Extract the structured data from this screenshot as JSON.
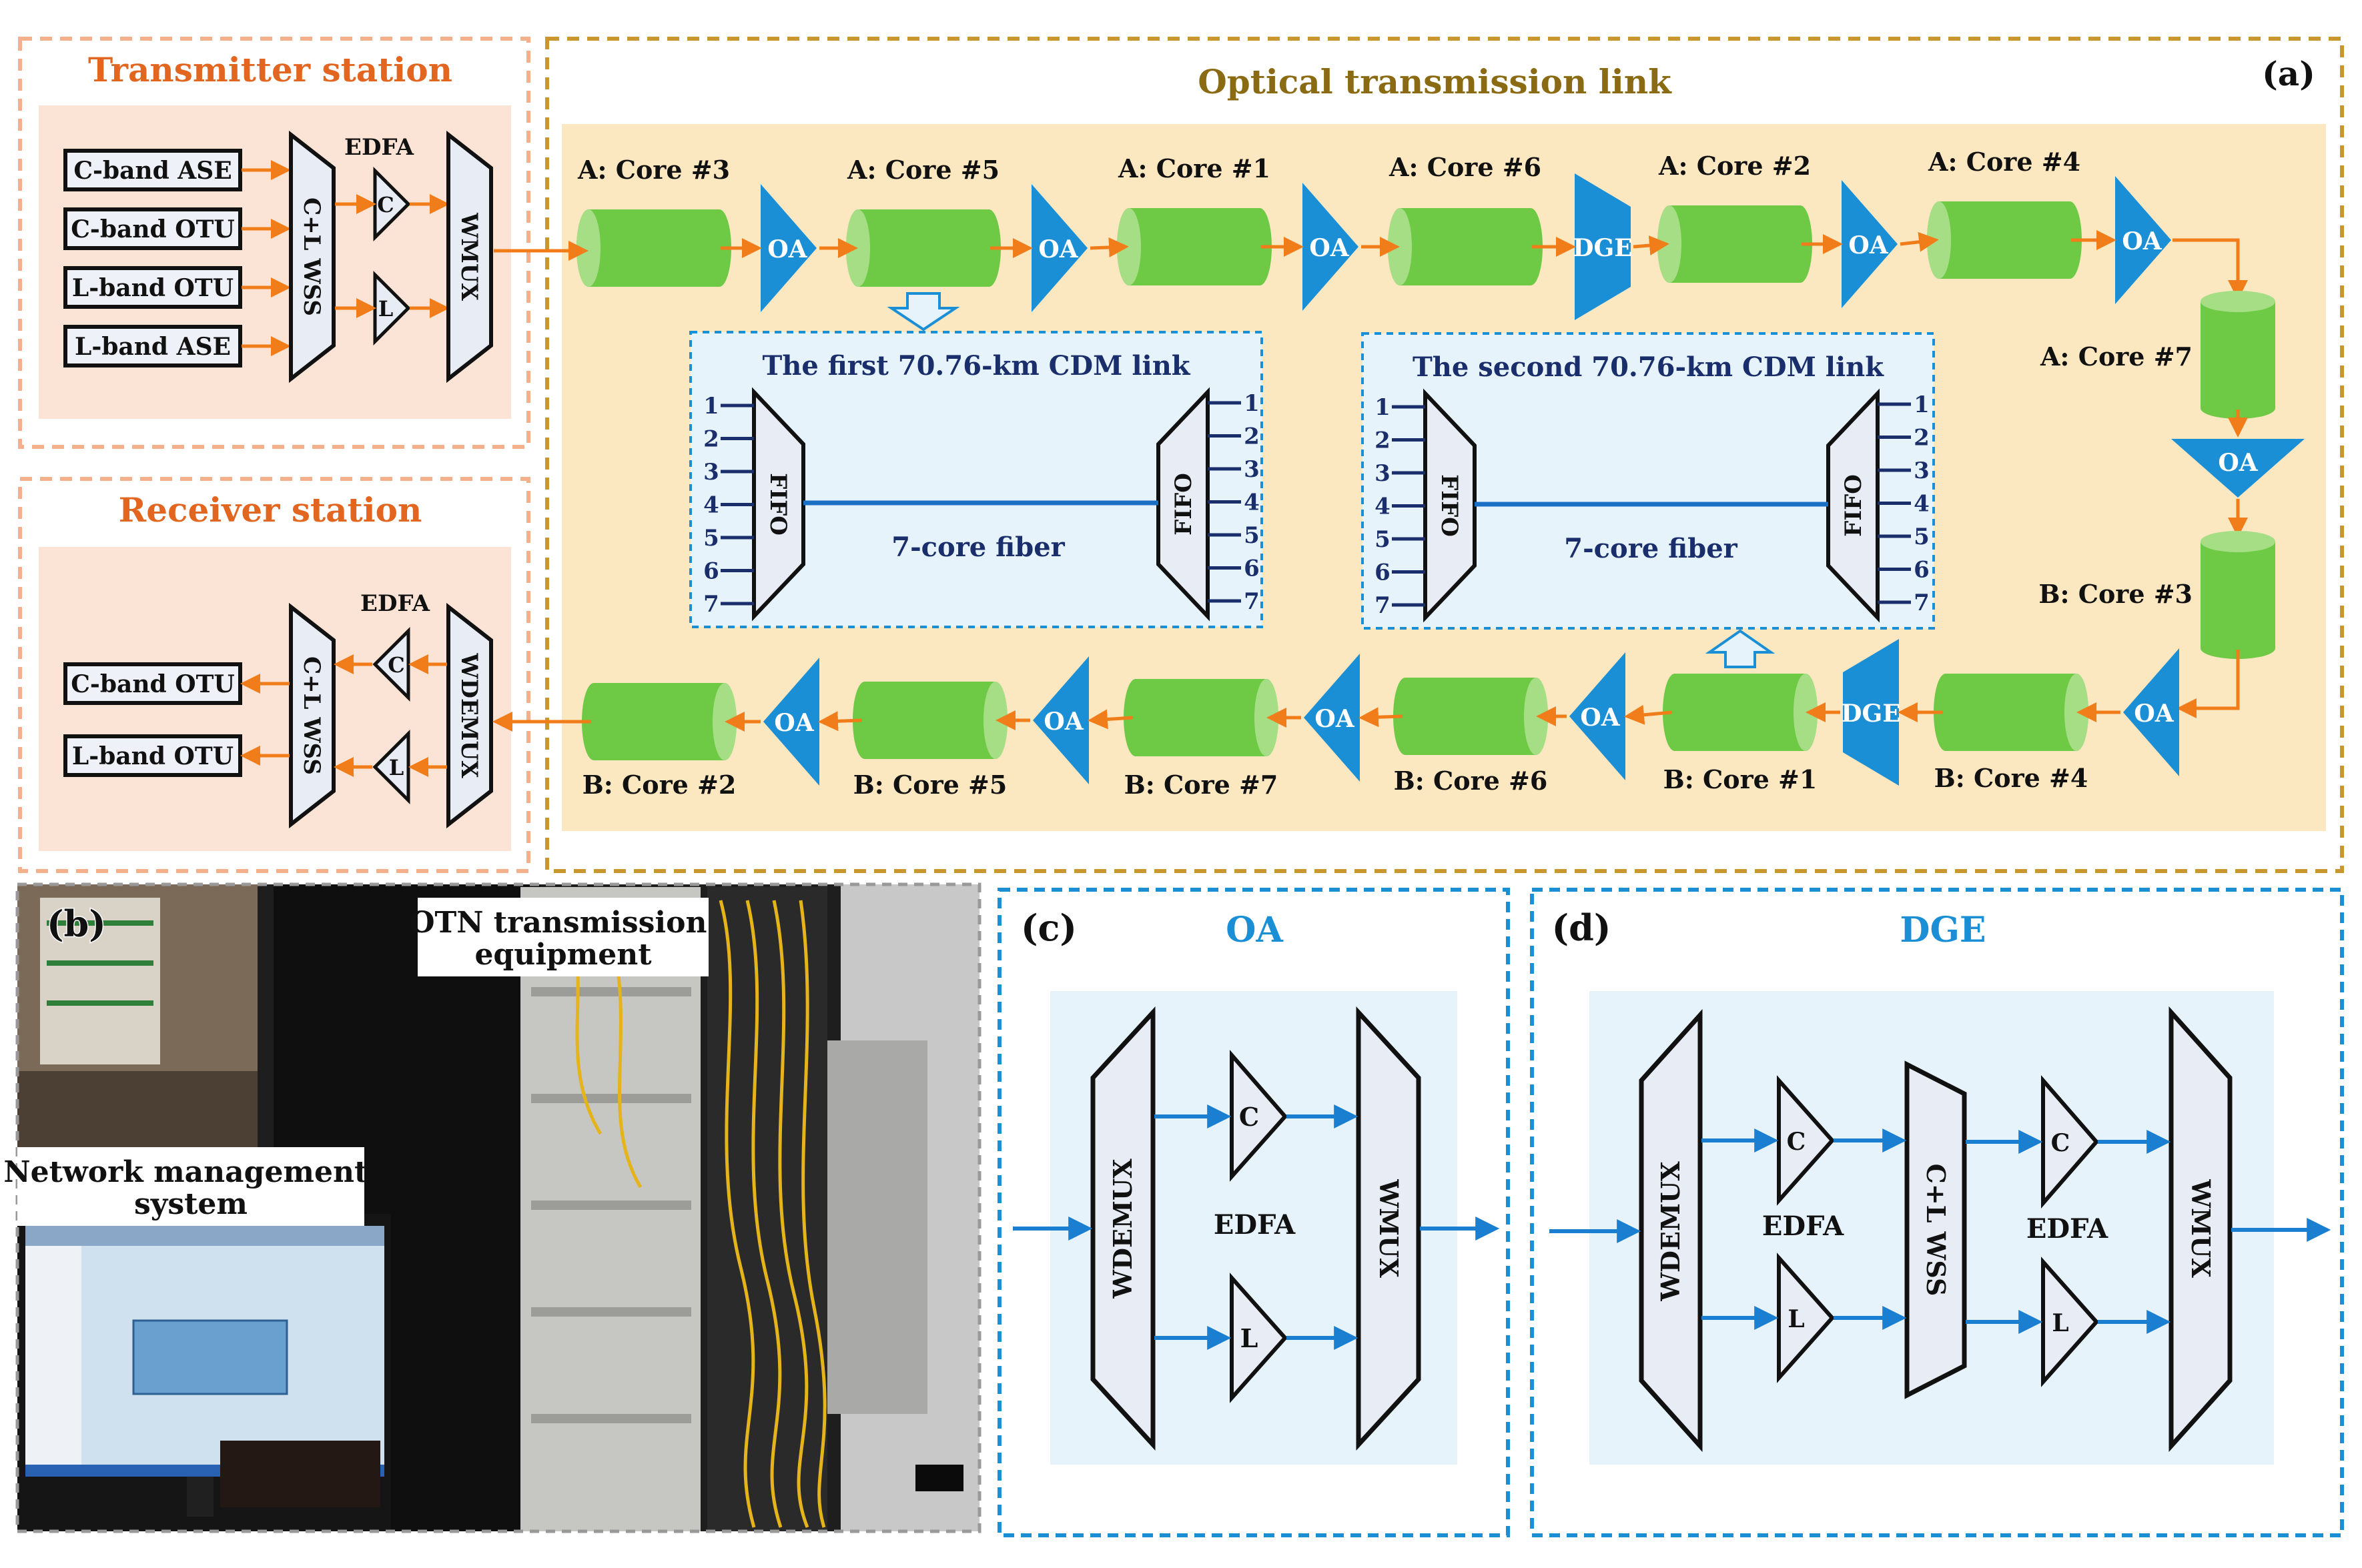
{
  "colors": {
    "orange_title": "#e2661f",
    "gold_title": "#8a6a12",
    "blue_title": "#1b8fd6",
    "navy": "#1a2e6b",
    "station_bg": "#fbe3d5",
    "link_bg": "#fbe7c0",
    "cdm_bg": "#e6f3fb",
    "panel_bg": "#e6f3fb",
    "core_green": "#6ec945",
    "core_green_light": "#a6de86",
    "amp_blue": "#1b8fd6",
    "arrow_orange": "#f07d1a",
    "arrow_blue": "#1b7fd1",
    "device_fill": "#e8ecf4"
  },
  "panel_a": {
    "label": "(a)",
    "transmitter": {
      "title": "Transmitter station",
      "sources": [
        "C-band ASE",
        "C-band OTU",
        "L-band OTU",
        "L-band ASE"
      ],
      "wss": "C+L WSS",
      "edfa": "EDFA",
      "amp_c": "C",
      "amp_l": "L",
      "wmux": "WMUX"
    },
    "receiver": {
      "title": "Receiver station",
      "sinks": [
        "C-band OTU",
        "L-band OTU"
      ],
      "wss": "C+L WSS",
      "edfa": "EDFA",
      "amp_c": "C",
      "amp_l": "L",
      "wdemux": "WDEMUX"
    },
    "link": {
      "title": "Optical transmission link",
      "top_cores": [
        "A: Core #3",
        "A: Core #5",
        "A: Core #1",
        "A: Core #6",
        "A: Core #2",
        "A: Core #4"
      ],
      "top_devices": [
        "OA",
        "OA",
        "OA",
        "DGE",
        "OA",
        "OA"
      ],
      "right_cores": [
        "A: Core #7",
        "B: Core #3"
      ],
      "right_amp": "OA",
      "bottom_cores": [
        "B: Core #4",
        "B: Core #1",
        "B: Core #6",
        "B: Core #7",
        "B: Core #5",
        "B: Core #2"
      ],
      "bottom_devices": [
        "OA",
        "DGE",
        "OA",
        "OA",
        "OA",
        "OA"
      ]
    },
    "cdm_links": [
      {
        "title": "The first 70.76-km CDM link",
        "fiber": "7-core fiber",
        "fifo_left": "FIFO",
        "fifo_right": "FIFO",
        "ports": [
          "1",
          "2",
          "3",
          "4",
          "5",
          "6",
          "7"
        ]
      },
      {
        "title": "The second 70.76-km CDM link",
        "fiber": "7-core fiber",
        "fifo_left": "FIFO",
        "fifo_right": "FIFO",
        "ports": [
          "1",
          "2",
          "3",
          "4",
          "5",
          "6",
          "7"
        ]
      }
    ]
  },
  "panel_b": {
    "label": "(b)",
    "caption_otn": "OTN transmission equipment",
    "caption_nms": "Network management system"
  },
  "panel_c": {
    "label": "(c)",
    "title": "OA",
    "wdemux": "WDEMUX",
    "edfa": "EDFA",
    "amp_c": "C",
    "amp_l": "L",
    "wmux": "WMUX"
  },
  "panel_d": {
    "label": "(d)",
    "title": "DGE",
    "wdemux": "WDEMUX",
    "edfa1": "EDFA",
    "edfa2": "EDFA",
    "amp_c": "C",
    "amp_l": "L",
    "wss": "C+L WSS",
    "wmux": "WMUX"
  }
}
